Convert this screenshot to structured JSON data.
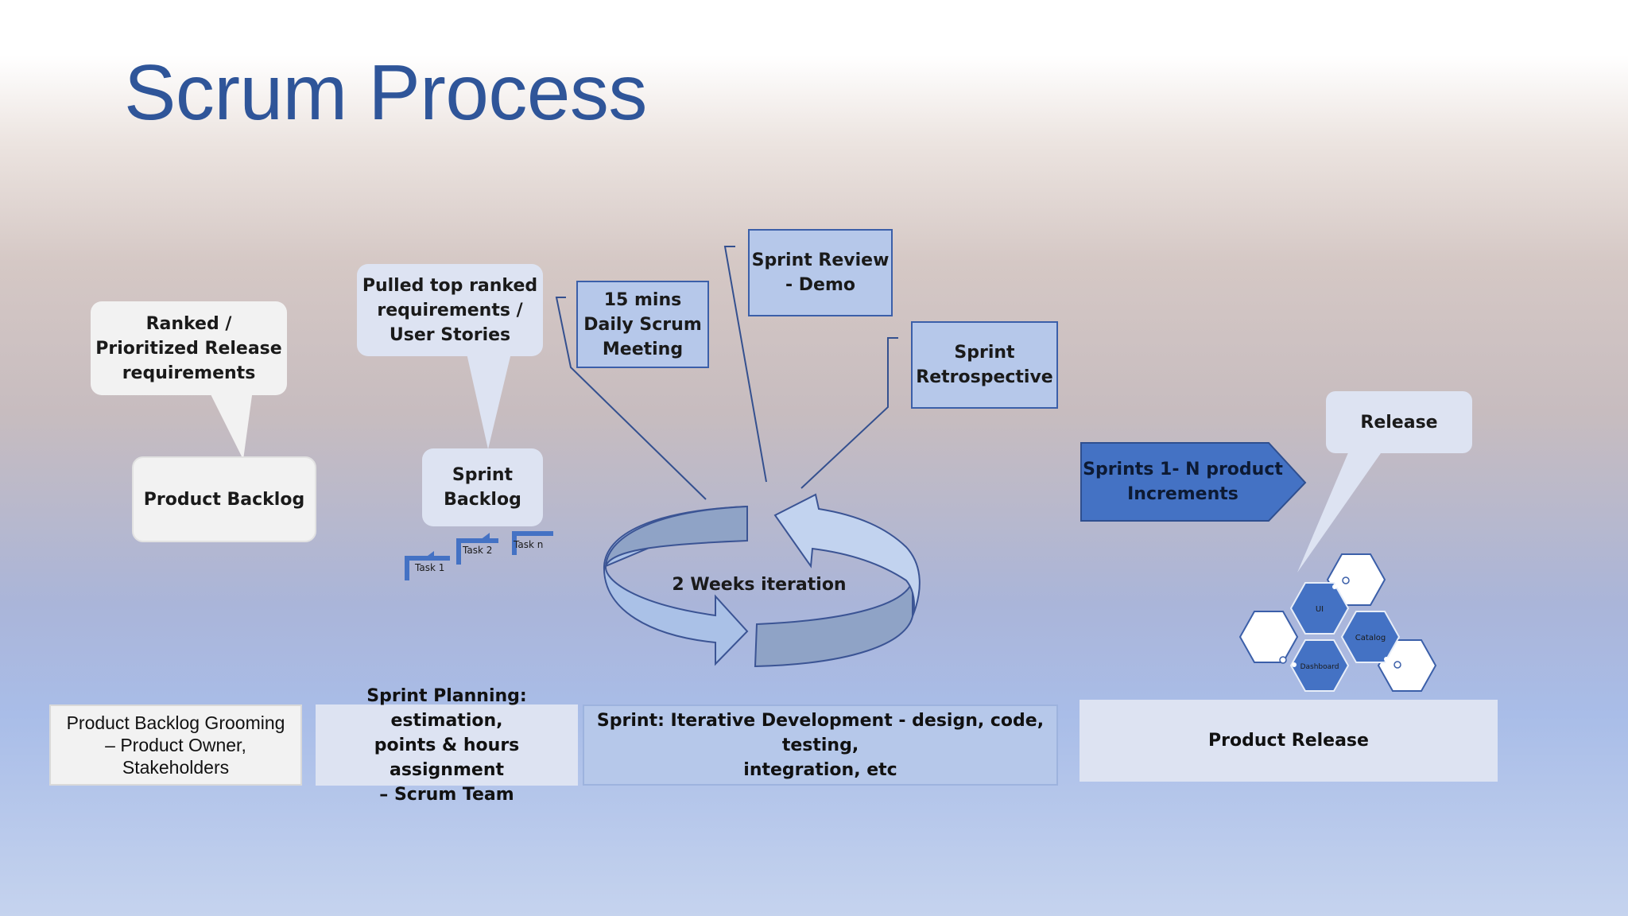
{
  "title": "Scrum Process",
  "bubbles": {
    "ranked": [
      "Ranked /",
      "Prioritized  Release",
      "requirements"
    ],
    "product_backlog": "Product Backlog",
    "pulled": [
      "Pulled top ranked",
      "requirements /",
      "User Stories"
    ],
    "sprint_backlog": [
      "Sprint",
      "Backlog"
    ],
    "release": "Release"
  },
  "tasks": [
    "Task 1",
    "Task 2",
    "Task n"
  ],
  "events": {
    "daily_scrum": [
      "15 mins",
      "Daily Scrum",
      "Meeting"
    ],
    "sprint_review": [
      "Sprint Review",
      "- Demo"
    ],
    "retrospective": [
      "Sprint",
      "Retrospective"
    ]
  },
  "cycle_label": "2 Weeks iteration",
  "increments": [
    "Sprints 1- N product",
    "Increments"
  ],
  "modules": [
    "UI",
    "Catalog",
    "Dashboard"
  ],
  "phases": {
    "grooming": [
      "Product Backlog Grooming",
      "– Product Owner,",
      "Stakeholders"
    ],
    "planning": [
      "Sprint Planning: estimation,",
      "points & hours assignment",
      "– Scrum Team"
    ],
    "development": [
      "Sprint: Iterative Development  - design, code, testing,",
      "integration, etc"
    ],
    "release": "Product Release"
  },
  "colors": {
    "title": "#2f5599",
    "accent_dark": "#4472c4",
    "box_fill": "#b6c8ea",
    "box_border": "#3b5fa9",
    "bubble_fill": "#f2f2f2"
  }
}
